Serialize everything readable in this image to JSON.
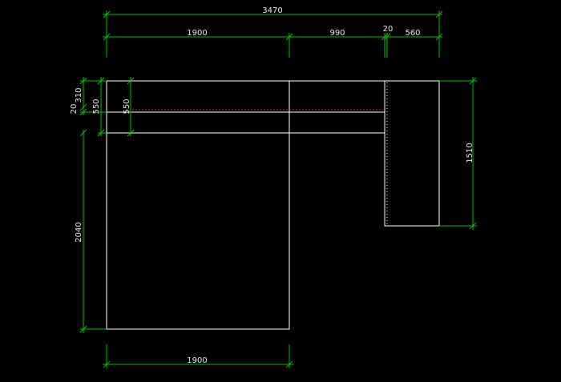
{
  "colors": {
    "background": "#000000",
    "outline": "#ffffff",
    "dimension": "#00c000",
    "text": "#e8e8e8",
    "hidden_line": "#c03030"
  },
  "dimensions": {
    "overall_width": "3470",
    "left_width": "1900",
    "middle_width": "990",
    "gap_width": "20",
    "right_width": "560",
    "top_20": "20",
    "top_310": "310",
    "top_550": "550",
    "inner_550": "550",
    "left_height": "2040",
    "right_height": "1510",
    "bottom_width": "1900"
  }
}
